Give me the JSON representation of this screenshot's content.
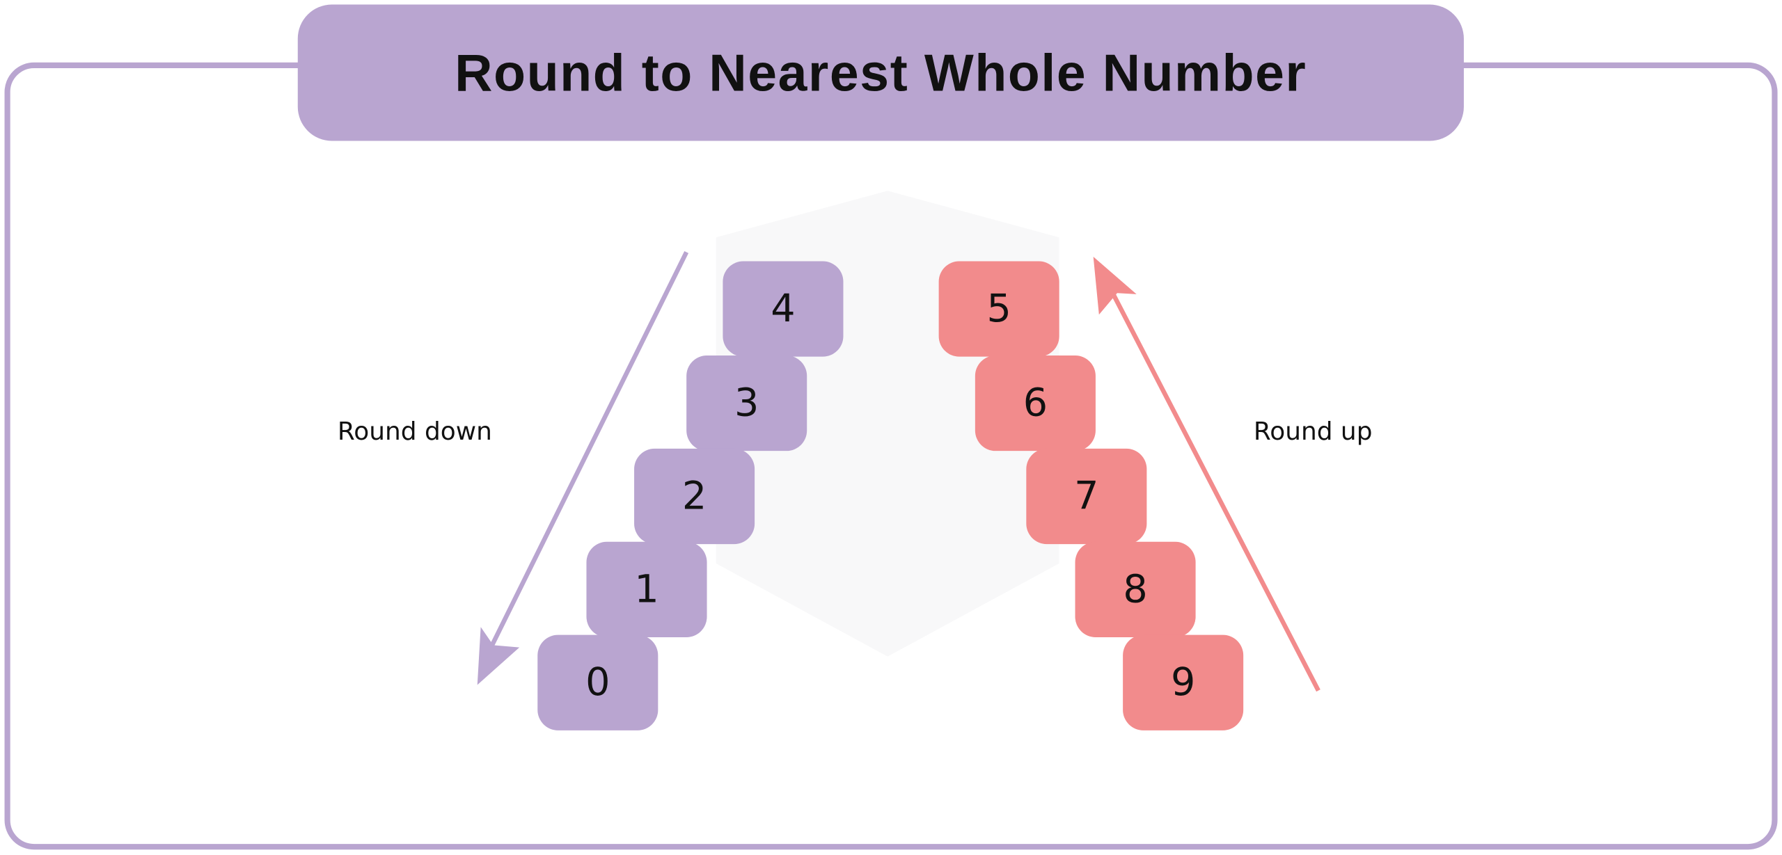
{
  "title": "Round to Nearest Whole Number",
  "round_down": {
    "label": "Round down",
    "digits": [
      "4",
      "3",
      "2",
      "1",
      "0"
    ],
    "color": "#B9A5D0"
  },
  "round_up": {
    "label": "Round up",
    "digits": [
      "5",
      "6",
      "7",
      "8",
      "9"
    ],
    "color": "#F28B8C"
  }
}
